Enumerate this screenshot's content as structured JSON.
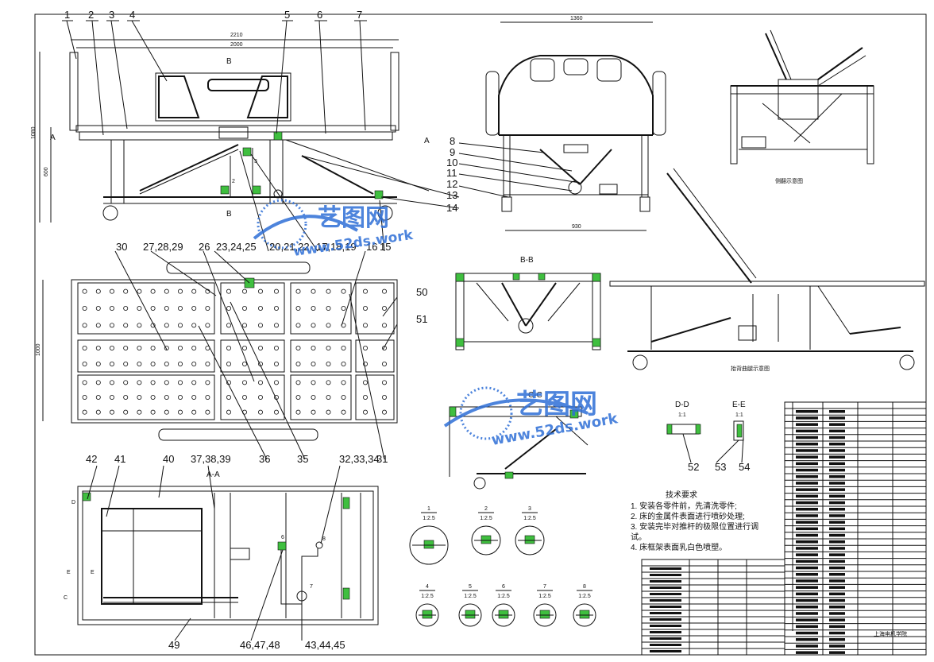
{
  "part_numbers_top": [
    "1",
    "2",
    "3",
    "4",
    "5",
    "6",
    "7"
  ],
  "part_numbers_right": [
    "8",
    "9",
    "10",
    "11",
    "12",
    "13",
    "14"
  ],
  "part_numbers_mid": [
    "15",
    "16",
    "17,18,19",
    "20,21,22",
    "23,24,25",
    "26",
    "27,28,29",
    "30"
  ],
  "part_numbers_side": [
    "50",
    "51"
  ],
  "part_numbers_bottom_row": [
    "36",
    "35",
    "31"
  ],
  "part_numbers_aa": [
    "42",
    "41",
    "40",
    "37,38,39",
    "32,33,34",
    "49",
    "46,47,48",
    "43,44,45"
  ],
  "part_numbers_small": [
    "52",
    "53",
    "54"
  ],
  "dims": {
    "top_overall": "2210",
    "top_inner": "2000",
    "height_left": "1080",
    "height_inner": "600",
    "front_top": "1360",
    "front_bottom": "930",
    "plan_width": "1000"
  },
  "view_labels": {
    "bb": "B-B",
    "cc": "C-C",
    "aa": "A-A",
    "dd": "D-D",
    "ee": "E-E",
    "dd_scale": "1:1",
    "ee_scale": "1:1"
  },
  "section_marks": {
    "a_left": "A",
    "a_right": "A",
    "b_top": "B",
    "b_bottom": "B",
    "c": "C",
    "d": "D",
    "e1": "E",
    "e2": "E"
  },
  "captions": {
    "side_flip": "侧翻示意图",
    "back_raise": "抬背曲腿示意图"
  },
  "tech_notes": {
    "title": "技术要求",
    "lines": [
      "1. 安装各零件前，先清洗零件;",
      "2. 床的金属件表面进行喷砂处理;",
      "3. 安装完毕对推杆的极限位置进行调",
      "试。",
      "4. 床框架表面乳白色喷塑。"
    ]
  },
  "details": [
    {
      "num": "1",
      "scale": "1:2.5"
    },
    {
      "num": "2",
      "scale": "1:2.5"
    },
    {
      "num": "3",
      "scale": "1:2.5"
    },
    {
      "num": "4",
      "scale": "1:2.5"
    },
    {
      "num": "5",
      "scale": "1:2.5"
    },
    {
      "num": "6",
      "scale": "1:2.5"
    },
    {
      "num": "7",
      "scale": "1:2.5"
    },
    {
      "num": "8",
      "scale": "1:2.5"
    }
  ],
  "callouts_in_view": [
    "6",
    "8",
    "7",
    "3",
    "2"
  ],
  "watermark": {
    "brand": "艺图网",
    "url": "www.52ds.work"
  },
  "title_block": {
    "school": "上海电机学院"
  },
  "colors": {
    "line": "#111111",
    "accent_green": "#3fbf3f",
    "watermark_blue": "#2f6fd6",
    "marker_red": "#c0392b"
  }
}
